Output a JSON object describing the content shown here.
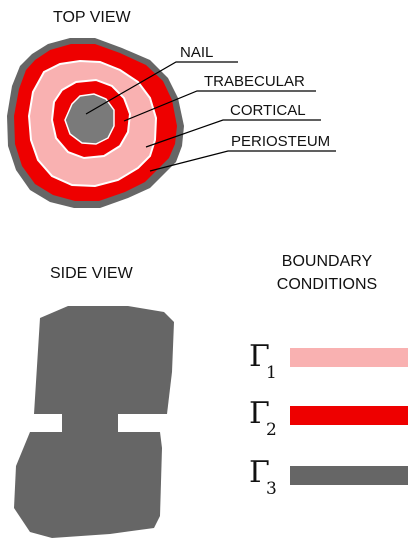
{
  "top_view": {
    "title": "TOP VIEW",
    "labels": {
      "nail": "NAIL",
      "trabecular": "TRABECULAR",
      "cortical": "CORTICAL",
      "periosteum": "PERIOSTEUM"
    }
  },
  "side_view": {
    "title": "SIDE VIEW"
  },
  "boundary_conditions": {
    "title_line1": "BOUNDARY",
    "title_line2": "CONDITIONS",
    "items": [
      {
        "symbol": "Γ",
        "subscript": "1",
        "color": "#f9b1b1"
      },
      {
        "symbol": "Γ",
        "subscript": "2",
        "color": "#ee0000"
      },
      {
        "symbol": "Γ",
        "subscript": "3",
        "color": "#666666"
      }
    ]
  },
  "colors": {
    "periosteum": "#666666",
    "cortical": "#ee0000",
    "trabecular": "#f9b1b1",
    "nail": "#7a7a7a",
    "outline": "#ffffff",
    "side_view": "#666666"
  }
}
